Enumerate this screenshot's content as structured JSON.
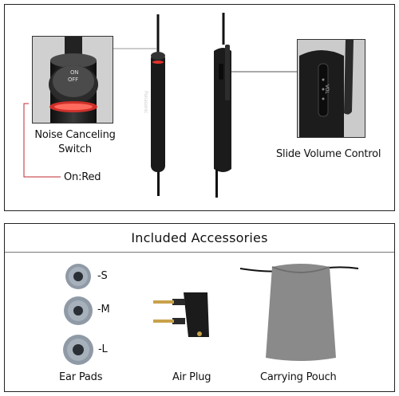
{
  "callouts": {
    "noise_canceling_switch": "Noise Canceling\nSwitch",
    "on_red": "On:Red",
    "slide_volume_control": "Slide Volume Control",
    "switch_on_text": "ON",
    "switch_off_text": "OFF",
    "vol_text": "VOL"
  },
  "brand_logo_text": "Panasonic",
  "accessories": {
    "header": "Included Accessories",
    "ear_pad_sizes": [
      "-S",
      "-M",
      "-L"
    ],
    "items": [
      "Ear Pads",
      "Air Plug",
      "Carrying Pouch"
    ]
  },
  "colors": {
    "callout_line_red": "#c0282f",
    "callout_line_gray": "#555555",
    "device_black": "#1a1a1a",
    "pouch_gray": "#8a8a8a",
    "led_red": "#e2322b"
  },
  "icons": [
    "headphone-controller-front",
    "headphone-controller-side",
    "switch-closeup",
    "volume-closeup",
    "ear-pad",
    "air-plug",
    "carrying-pouch"
  ]
}
